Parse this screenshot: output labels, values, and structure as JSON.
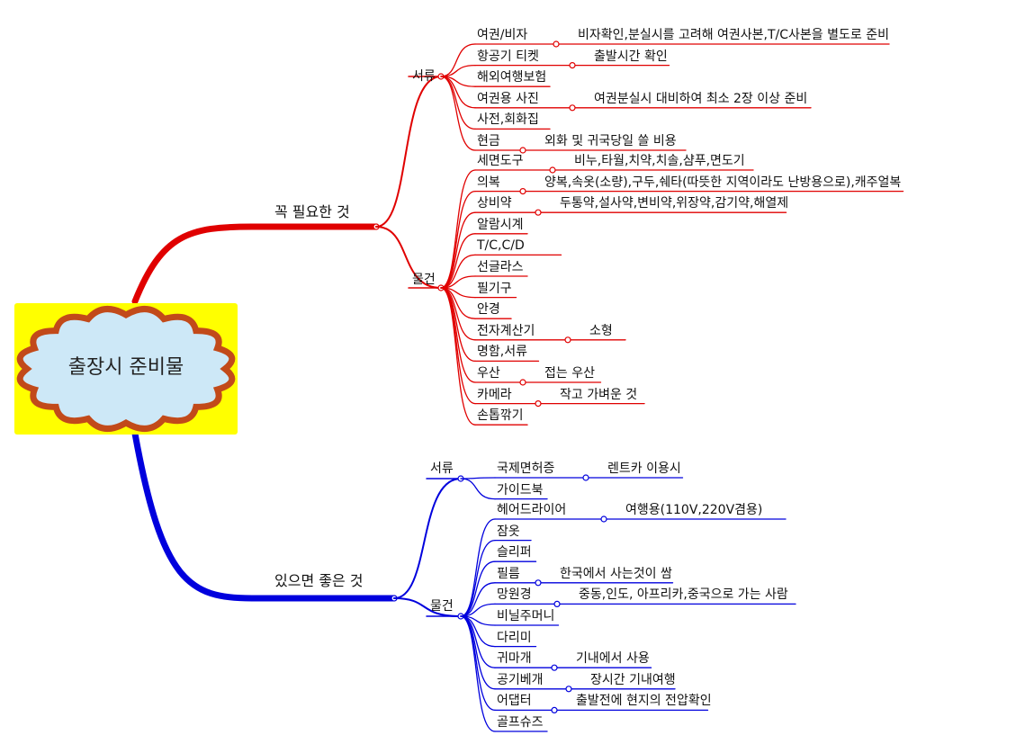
{
  "root": {
    "title": "출장시 준비물"
  },
  "branches": [
    {
      "id": "required",
      "label": "꼭 필요한 것",
      "color": "#e00000",
      "groups": [
        {
          "label": "서류",
          "items": [
            {
              "label": "여권/비자",
              "note": "비자확인,분실시를 고려해 여권사본,T/C사본을 별도로 준비"
            },
            {
              "label": "항공기 티켓",
              "note": "출발시간 확인"
            },
            {
              "label": "해외여행보험",
              "note": ""
            },
            {
              "label": "여권용 사진",
              "note": "여권분실시 대비하여 최소 2장 이상 준비"
            },
            {
              "label": "사전,회화집",
              "note": ""
            },
            {
              "label": "현금",
              "note": "외화 및 귀국당일 쓸 비용"
            }
          ]
        },
        {
          "label": "물건",
          "items": [
            {
              "label": "세면도구",
              "note": "비누,타월,치약,치솔,샴푸,면도기"
            },
            {
              "label": "의복",
              "note": "양복,속옷(소량),구두,쉐타(따뜻한 지역이라도 난방용으로),캐주얼복"
            },
            {
              "label": "상비약",
              "note": "두통약,설사약,변비약,위장약,감기약,해열제"
            },
            {
              "label": "알람시계",
              "note": ""
            },
            {
              "label": "T/C,C/D",
              "note": ""
            },
            {
              "label": "선글라스",
              "note": ""
            },
            {
              "label": "필기구",
              "note": ""
            },
            {
              "label": "안경",
              "note": ""
            },
            {
              "label": "전자계산기",
              "note": "소형"
            },
            {
              "label": "명함,서류",
              "note": ""
            },
            {
              "label": "우산",
              "note": "접는 우산"
            },
            {
              "label": "카메라",
              "note": "작고 가벼운 것"
            },
            {
              "label": "손톱깎기",
              "note": ""
            }
          ]
        }
      ]
    },
    {
      "id": "nice",
      "label": "있으면 좋은 것",
      "color": "#0000dd",
      "groups": [
        {
          "label": "서류",
          "items": [
            {
              "label": "국제면허증",
              "note": "렌트카 이용시"
            },
            {
              "label": "가이드북",
              "note": ""
            }
          ]
        },
        {
          "label": "물건",
          "items": [
            {
              "label": "헤어드라이어",
              "note": "여행용(110V,220V겸용)"
            },
            {
              "label": "잠옷",
              "note": ""
            },
            {
              "label": "슬리퍼",
              "note": ""
            },
            {
              "label": "필름",
              "note": "한국에서 사는것이 쌈"
            },
            {
              "label": "망원경",
              "note": "중동,인도, 아프리카,중국으로 가는 사람"
            },
            {
              "label": "비닐주머니",
              "note": ""
            },
            {
              "label": "다리미",
              "note": ""
            },
            {
              "label": "귀마개",
              "note": "기내에서 사용"
            },
            {
              "label": "공기베개",
              "note": "장시간 기내여행"
            },
            {
              "label": "어댑터",
              "note": "출발전에 현지의 전압확인"
            },
            {
              "label": "골프슈즈",
              "note": ""
            }
          ]
        }
      ]
    }
  ]
}
